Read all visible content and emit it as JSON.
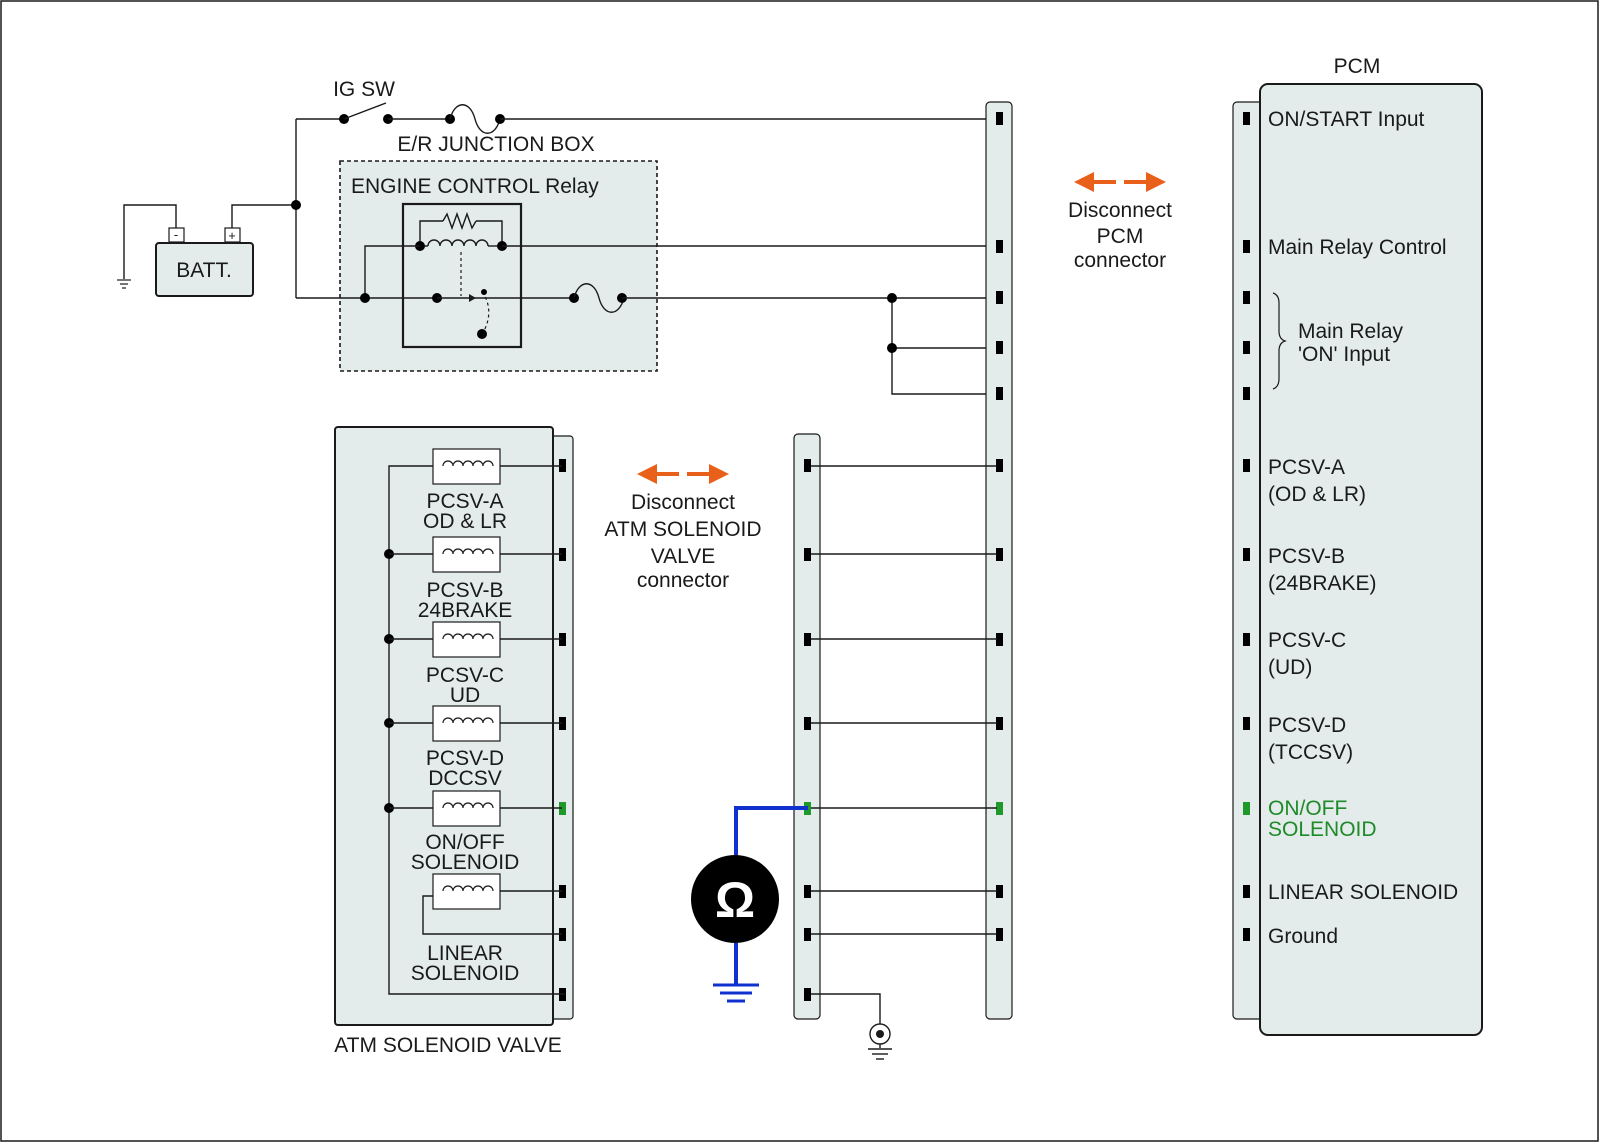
{
  "title": "PCM",
  "ig_switch": "IG SW",
  "junction_box": "E/R JUNCTION BOX",
  "relay": "ENGINE CONTROL Relay",
  "battery": "BATT.",
  "battery_neg": "-",
  "battery_pos": "+",
  "pcm_disconnect": [
    "Disconnect",
    "PCM",
    "connector"
  ],
  "atm_disconnect": [
    "Disconnect",
    "ATM SOLENOID",
    "VALVE",
    "connector"
  ],
  "atm_valve_title": "ATM SOLENOID VALVE",
  "solenoids": [
    [
      "PCSV-A",
      "OD & LR"
    ],
    [
      "PCSV-B",
      "24BRAKE"
    ],
    [
      "PCSV-C",
      "UD"
    ],
    [
      "PCSV-D",
      "DCCSV"
    ],
    [
      "ON/OFF",
      "SOLENOID"
    ],
    [
      "LINEAR",
      "SOLENOID"
    ]
  ],
  "pcm_pins": {
    "on_start": "ON/START Input",
    "main_relay_control": "Main Relay Control",
    "main_relay_on": [
      "Main Relay",
      "'ON' Input"
    ],
    "pcsv_a": [
      "PCSV-A",
      "(OD & LR)"
    ],
    "pcsv_b": [
      "PCSV-B",
      "(24BRAKE)"
    ],
    "pcsv_c": [
      "PCSV-C",
      "(UD)"
    ],
    "pcsv_d": [
      "PCSV-D",
      "(TCCSV)"
    ],
    "on_off": [
      "ON/OFF",
      "SOLENOID"
    ],
    "linear": "LINEAR SOLENOID",
    "ground": "Ground"
  },
  "ohmmeter_symbol": "Ω",
  "colors": {
    "highlight_pin": "#1f9a2a",
    "meter_lead": "#1030d0",
    "arrow": "#e8601a",
    "panel_fill": "#e3ebeb"
  }
}
